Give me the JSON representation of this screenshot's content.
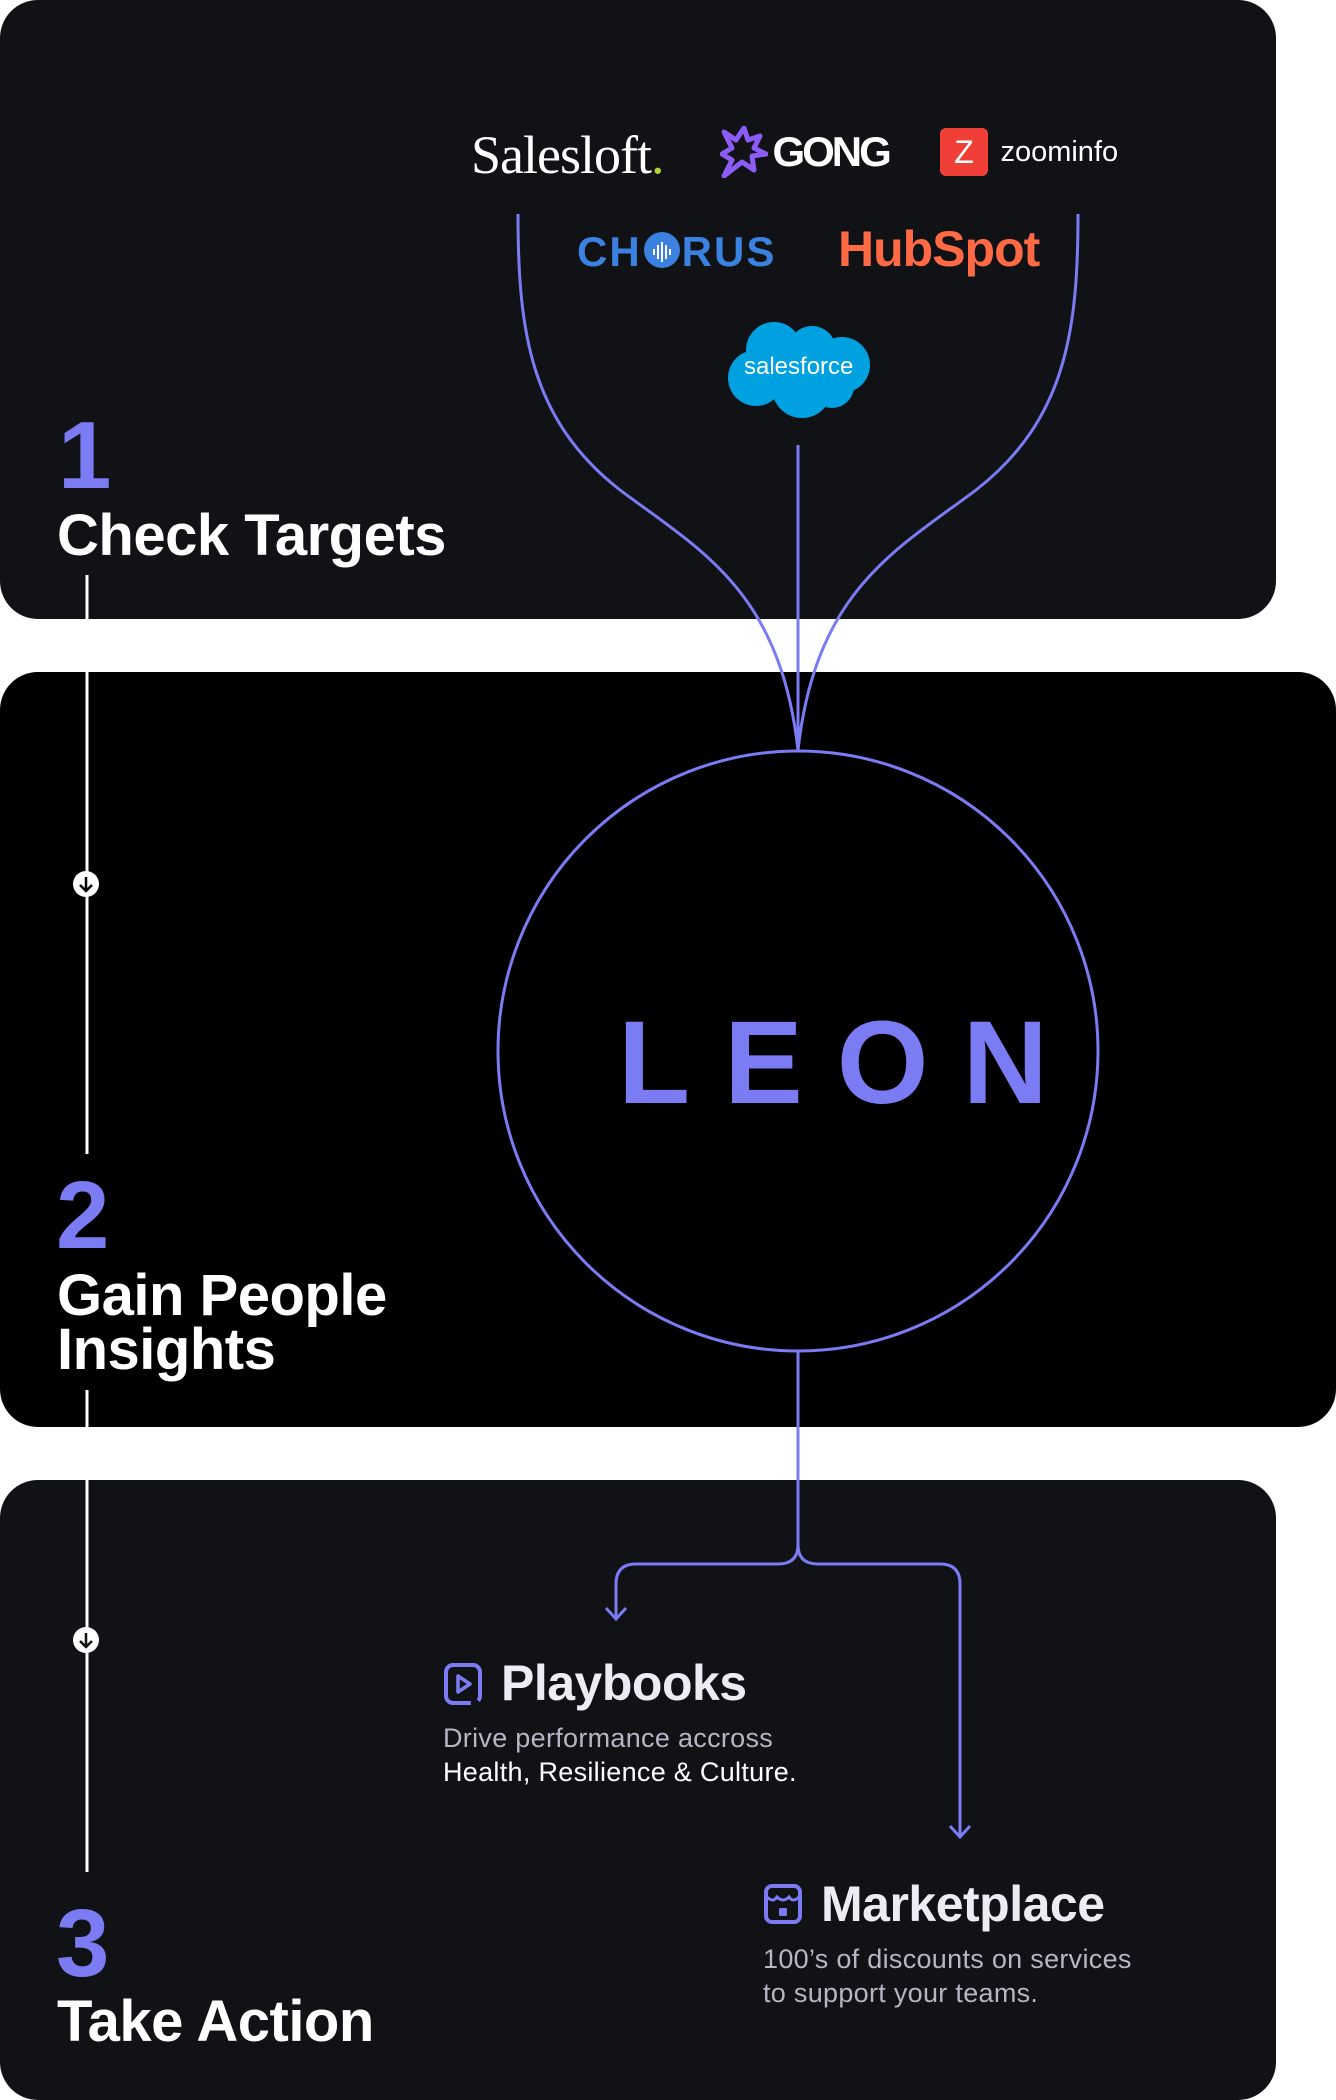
{
  "steps": [
    {
      "number": "1",
      "title": "Check Targets"
    },
    {
      "number": "2",
      "title_line1": "Gain People",
      "title_line2": "Insights"
    },
    {
      "number": "3",
      "title": "Take Action"
    }
  ],
  "integrations": {
    "salesloft": "Salesloft",
    "gong": "GONG",
    "zoominfo": "zoominfo",
    "chorus_left": "CH",
    "chorus_right": "RUS",
    "hubspot": "HubSpot",
    "salesforce": "salesforce"
  },
  "hub": {
    "label": "LEON"
  },
  "features": [
    {
      "title": "Playbooks",
      "desc_line1": "Drive performance accross",
      "desc_line2": "Health, Resilience & Culture."
    },
    {
      "title": "Marketplace",
      "desc_line1": "100’s of discounts on services",
      "desc_line2": "to support your teams."
    }
  ],
  "colors": {
    "accent": "#7b7cf4",
    "panel": "#111216",
    "panel_dark": "#000000"
  }
}
